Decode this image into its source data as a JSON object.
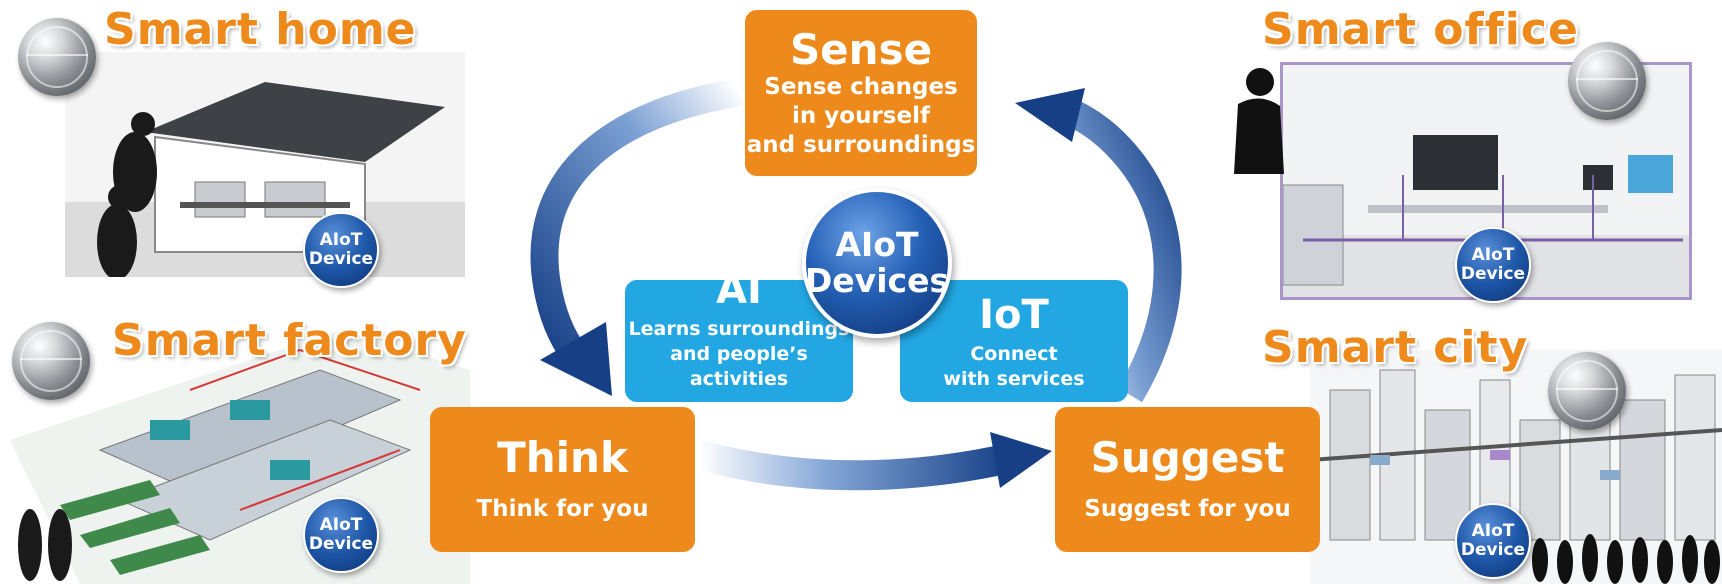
{
  "scenes": {
    "home": {
      "title": "Smart home",
      "badge_line1": "AIoT",
      "badge_line2": "Device"
    },
    "factory": {
      "title": "Smart factory",
      "badge_line1": "AIoT",
      "badge_line2": "Device"
    },
    "office": {
      "title": "Smart office",
      "badge_line1": "AIoT",
      "badge_line2": "Device"
    },
    "city": {
      "title": "Smart city",
      "badge_line1": "AIoT",
      "badge_line2": "Device"
    }
  },
  "cycle": {
    "sense": {
      "title": "Sense",
      "line1": "Sense changes",
      "line2": "in yourself",
      "line3": "and surroundings"
    },
    "think": {
      "title": "Think",
      "line1": "Think for you"
    },
    "suggest": {
      "title": "Suggest",
      "line1": "Suggest for you"
    }
  },
  "center": {
    "line1": "AIoT",
    "line2": "Devices",
    "ai": {
      "title": "AI",
      "line1": "Learns surroundings",
      "line2": "and people’s activities"
    },
    "iot": {
      "title": "IoT",
      "line1": "Connect",
      "line2": "with services"
    }
  },
  "colors": {
    "orange": "#ee8a1c",
    "blue_box": "#22a7e3",
    "navy": "#1e4f9c"
  }
}
